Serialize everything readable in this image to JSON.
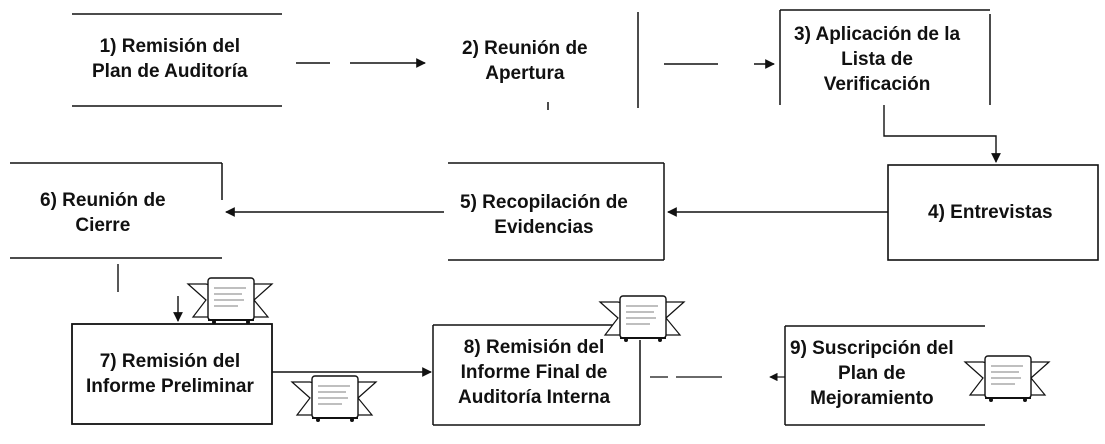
{
  "steps": [
    {
      "id": 1,
      "lines": [
        "1) Remisión del",
        "Plan de Auditoría"
      ]
    },
    {
      "id": 2,
      "lines": [
        "2) Reunión de",
        "Apertura"
      ]
    },
    {
      "id": 3,
      "lines": [
        "3) Aplicación de la",
        "Lista de",
        "Verificación"
      ]
    },
    {
      "id": 4,
      "lines": [
        "4) Entrevistas"
      ]
    },
    {
      "id": 5,
      "lines": [
        "5) Recopilación de",
        "Evidencias"
      ]
    },
    {
      "id": 6,
      "lines": [
        "6) Reunión de",
        "Cierre"
      ]
    },
    {
      "id": 7,
      "lines": [
        "7) Remisión del",
        "Informe Preliminar"
      ]
    },
    {
      "id": 8,
      "lines": [
        "8) Remisión del",
        "Informe Final de",
        "Auditoría Interna"
      ]
    },
    {
      "id": 9,
      "lines": [
        "9) Suscripción del",
        "Plan de",
        "Mejoramiento"
      ]
    }
  ],
  "colors": {
    "line": "#111111",
    "text": "#111111"
  },
  "icons": {
    "document": "document-stamp-icon"
  }
}
